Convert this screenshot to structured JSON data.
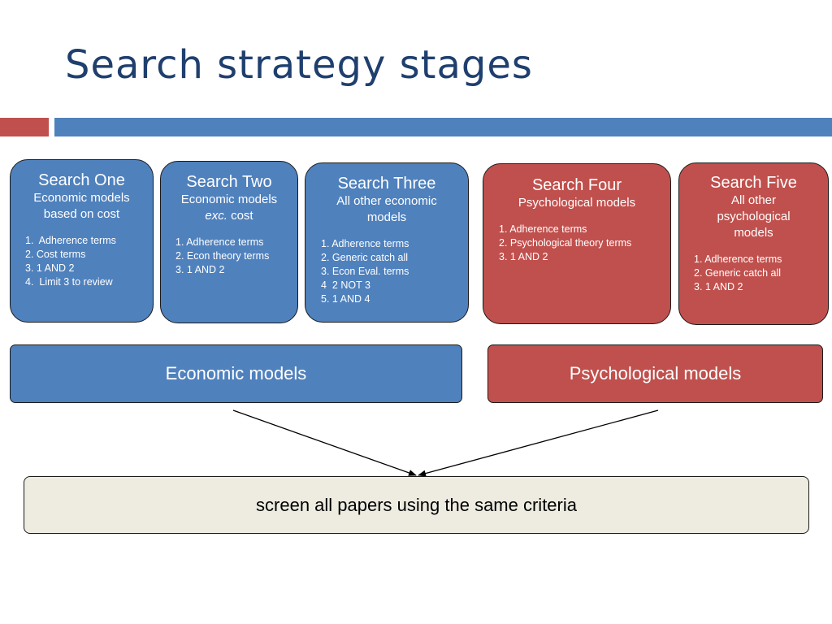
{
  "title": "Search strategy stages",
  "colors": {
    "accent_red": "#c0504d",
    "accent_blue": "#4f81bd",
    "screen_bg": "#eeece1",
    "title": "#1f3f6e"
  },
  "searches": [
    {
      "name": "Search One",
      "desc": "Economic models based on cost",
      "color": "blue",
      "steps": [
        "1.  Adherence terms",
        "2. Cost terms",
        "3. 1 AND 2",
        "4.  Limit 3 to review"
      ]
    },
    {
      "name": "Search Two",
      "desc_pre": "Economic models ",
      "desc_em": "exc.",
      "desc_post": " cost",
      "color": "blue",
      "steps": [
        "1. Adherence terms",
        "2. Econ theory terms",
        "3. 1 AND 2"
      ]
    },
    {
      "name": "Search Three",
      "desc": "All other economic models",
      "color": "blue",
      "steps": [
        "1. Adherence terms",
        "2. Generic catch all",
        "3. Econ Eval. terms",
        "4  2 NOT 3",
        "5. 1 AND 4"
      ]
    },
    {
      "name": "Search Four",
      "desc": "Psychological models",
      "color": "red",
      "steps": [
        "1. Adherence terms",
        "2. Psychological theory terms",
        "3. 1 AND 2"
      ]
    },
    {
      "name": "Search Five",
      "desc": "All other psychological models",
      "color": "red",
      "steps": [
        "1. Adherence terms",
        "2. Generic catch all",
        "3. 1 AND 2"
      ]
    }
  ],
  "groups": {
    "economic": "Economic models",
    "psychological": "Psychological models"
  },
  "screen": "screen all papers using the same criteria"
}
